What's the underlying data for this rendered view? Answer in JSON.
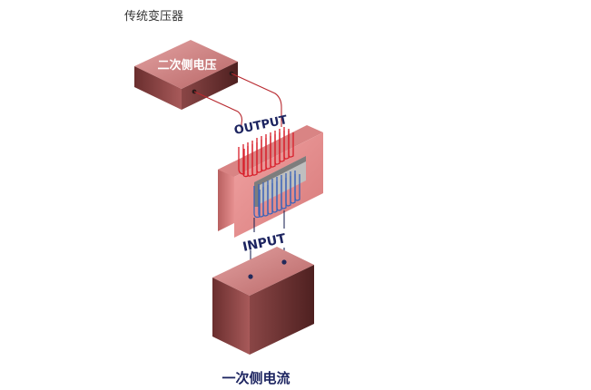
{
  "page": {
    "title": "传统变压器"
  },
  "diagram": {
    "secondary_box_label": "二次侧电压",
    "output_label": "OUTPUT",
    "input_label": "INPUT",
    "primary_box_label": "一次侧电流"
  },
  "colors": {
    "box_face": "#c07070",
    "box_top": "#d48a8a",
    "box_side": "#6e3535",
    "core_face": "#e78f8f",
    "core_window": "#8a8a8a",
    "output_wire": "#d81e2a",
    "input_wire": "#2a4f9e",
    "dark_wire": "#232a5a",
    "primary_label": "#1c2460"
  }
}
